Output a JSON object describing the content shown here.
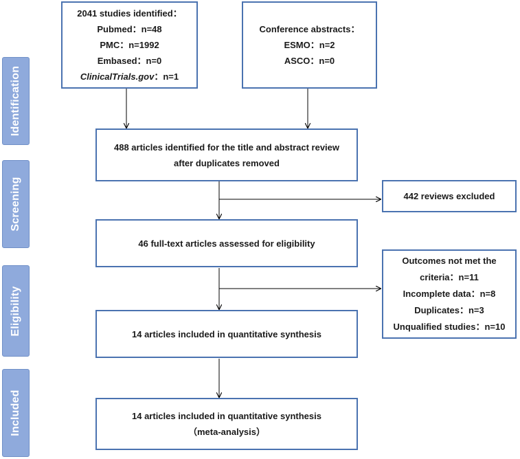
{
  "stages": [
    {
      "label": "Identification"
    },
    {
      "label": "Screening"
    },
    {
      "label": "Eligibility"
    },
    {
      "label": "Included"
    }
  ],
  "sources": {
    "databases": {
      "title": "2041 studies identified：",
      "lines": [
        "Pubmed：n=48",
        "PMC：n=1992",
        "Embased：n=0"
      ],
      "clinicaltrials_name": "ClinicalTrials.gov",
      "clinicaltrials_count": "：n=1"
    },
    "conference": {
      "title": "Conference abstracts：",
      "lines": [
        "ESMO：n=2",
        "ASCO：n=0"
      ]
    }
  },
  "flow": {
    "after_duplicates": {
      "line1": "488 articles identified for the title and abstract review",
      "line2": "after duplicates removed"
    },
    "reviews_excluded": "442 reviews excluded",
    "full_text": "46 full-text articles assessed for eligibility",
    "exclusions": [
      "Outcomes not met the",
      "criteria：n=11",
      "Incomplete data：n=8",
      "Duplicates：n=3",
      "Unqualified studies：n=10"
    ],
    "quantitative": "14 articles included in quantitative synthesis",
    "final": {
      "line1": "14 articles included in quantitative synthesis",
      "line2": "（meta-analysis）"
    }
  },
  "colors": {
    "stage_fill": "#8faadc",
    "box_border": "#4a72b0",
    "arrow": "#000000"
  }
}
